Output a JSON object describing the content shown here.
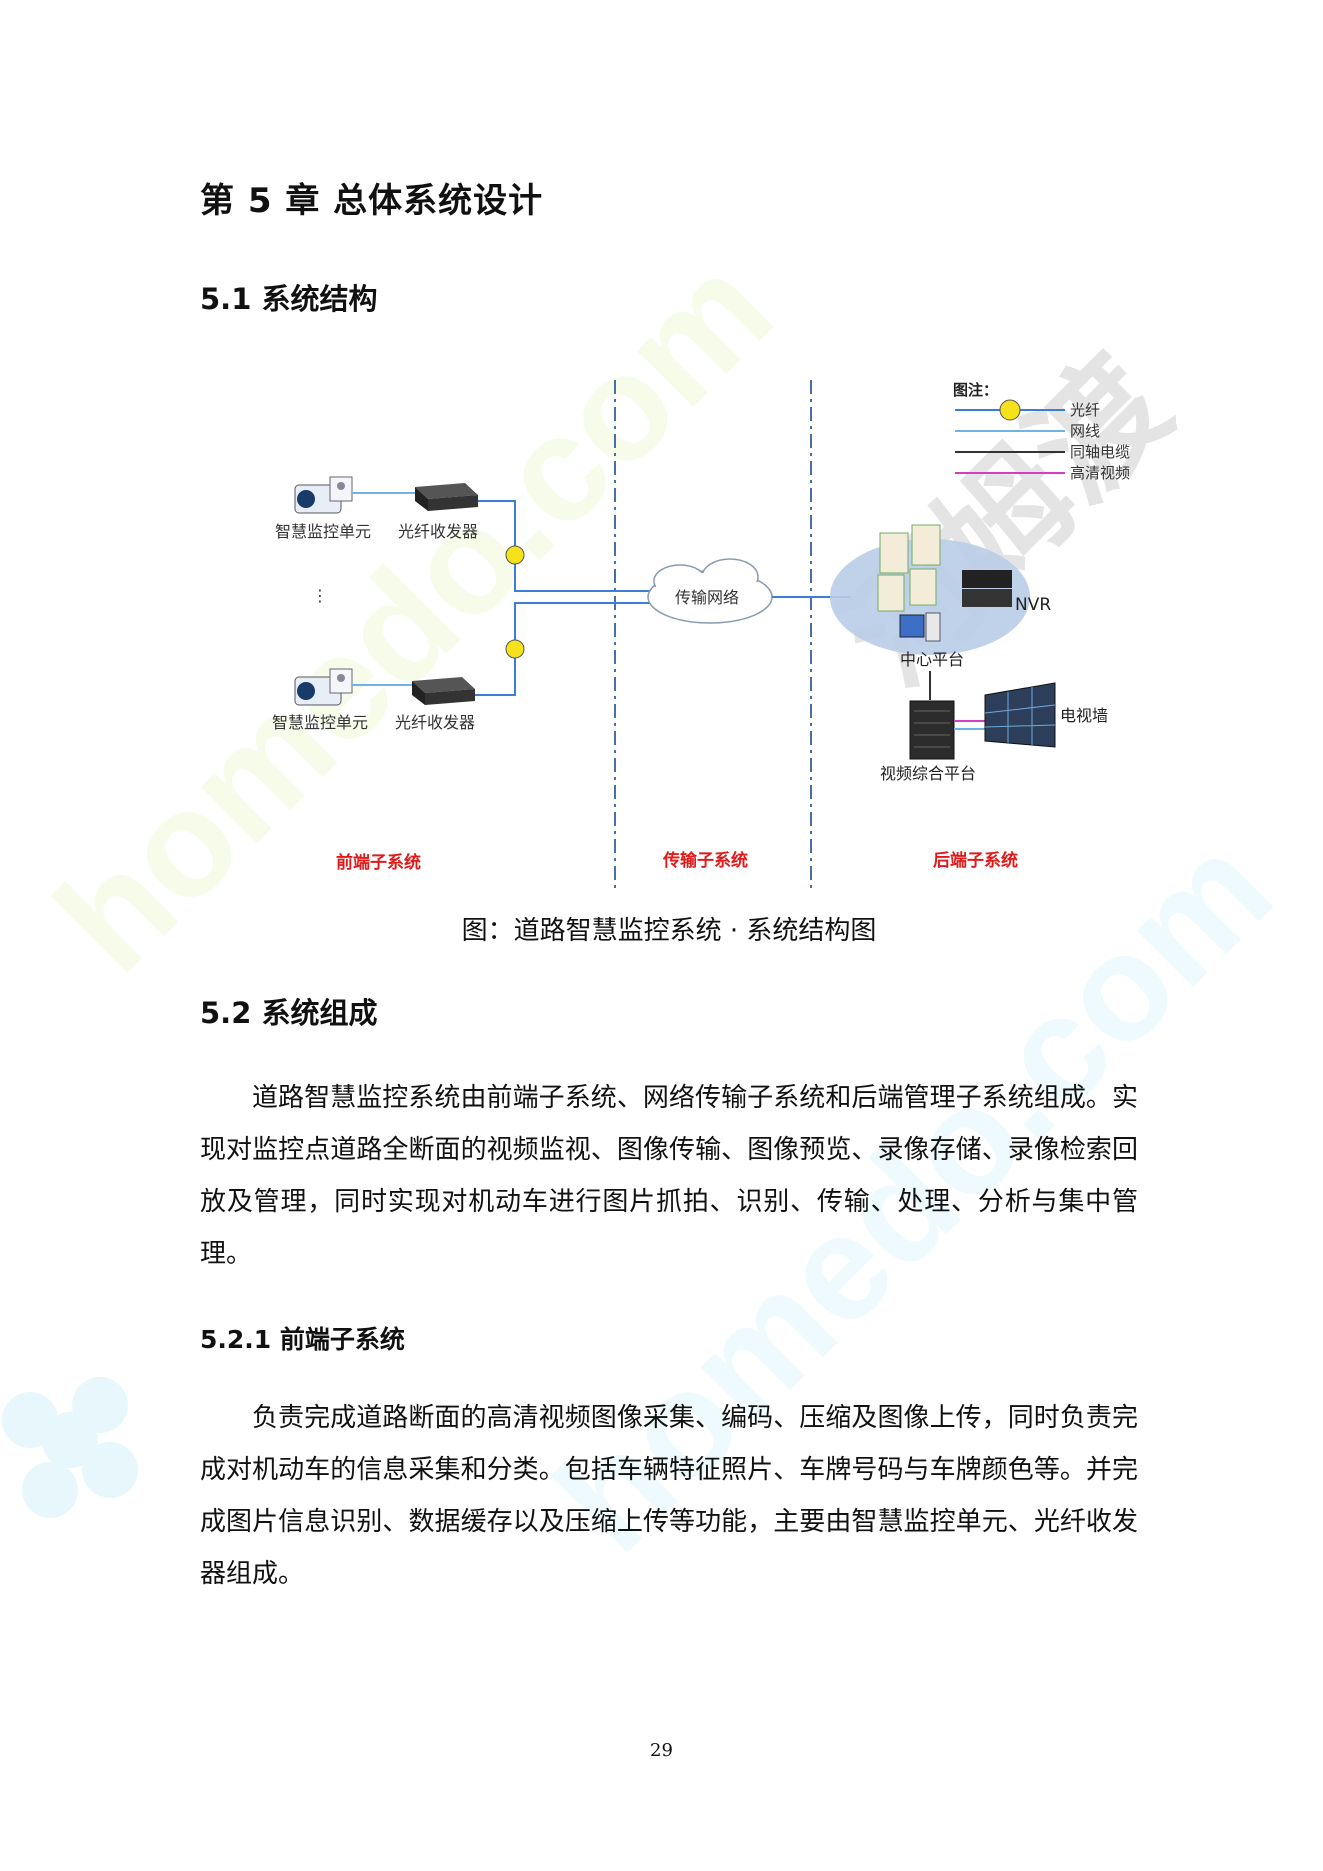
{
  "chapter_title": "第 5 章  总体系统设计",
  "section_5_1": "5.1  系统结构",
  "figure": {
    "legend_title": "图注：",
    "legend": [
      "光纤",
      "网线",
      "同轴电缆",
      "高清视频线"
    ],
    "colors": {
      "fiber": "#3b7dd8",
      "network": "#6fb3e8",
      "coax": "#333333",
      "hd_video": "#d040c0",
      "subsystem_label": "#e01a1a"
    },
    "unit_label_top": "智慧监控单元",
    "transceiver_label_top": "光纤收发器",
    "ellipsis": "⋮",
    "unit_label_bottom": "智慧监控单元",
    "transceiver_label_bottom": "光纤收发器",
    "network_cloud": "传输网络",
    "nvr": "NVR",
    "center_platform": "中心平台",
    "tv_wall": "电视墙",
    "video_platform": "视频综合平台",
    "subsystems": [
      "前端子系统",
      "传输子系统",
      "后端子系统"
    ],
    "caption": "图：道路智慧监控系统 · 系统结构图"
  },
  "section_5_2": "5.2  系统组成",
  "paragraph_5_2": "道路智慧监控系统由前端子系统、网络传输子系统和后端管理子系统组成。实现对监控点道路全断面的视频监视、图像传输、图像预览、录像存储、录像检索回放及管理，同时实现对机动车进行图片抓拍、识别、传输、处理、分析与集中管理。",
  "section_5_2_1": "5.2.1  前端子系统",
  "paragraph_5_2_1": "负责完成道路断面的高清视频图像采集、编码、压缩及图像上传，同时负责完成对机动车的信息采集和分类。包括车辆特征照片、车牌号码与车牌颜色等。并完成图片信息识别、数据缓存以及压缩上传等功能，主要由智慧监控单元、光纤收发器组成。",
  "watermark": {
    "text_latin": "homedo.com",
    "text_cn": "河姆渡"
  },
  "page_number": "29"
}
